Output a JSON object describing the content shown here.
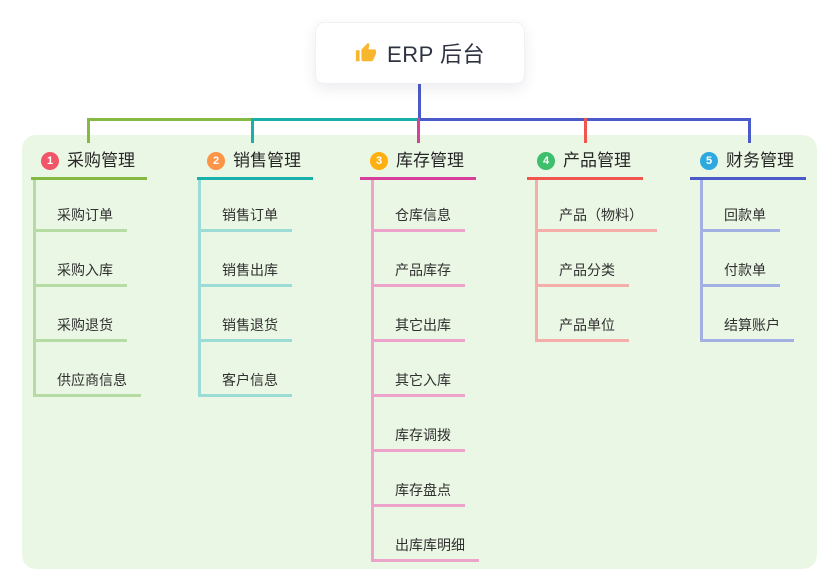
{
  "root": {
    "label": "ERP 后台",
    "icon": "thumbs-up"
  },
  "colors": {
    "canvas_bg": "#ffffff",
    "panel_bg": "#ebf7e5",
    "root_line": "#4a5ac8",
    "text": "#303030",
    "root_text": "#2e3340",
    "thumb_gold": "#f8b62c"
  },
  "branches": [
    {
      "label": "采购管理",
      "badge": "1",
      "badge_color": "#f15668",
      "line_color": "#84ba41",
      "child_line_color": "#b7dca3",
      "children": [
        "采购订单",
        "采购入库",
        "采购退货",
        "供应商信息"
      ]
    },
    {
      "label": "销售管理",
      "badge": "2",
      "badge_color": "#fc9546",
      "line_color": "#17b0aa",
      "child_line_color": "#9cdcd6",
      "children": [
        "销售订单",
        "销售出库",
        "销售退货",
        "客户信息"
      ]
    },
    {
      "label": "库存管理",
      "badge": "3",
      "badge_color": "#ffaf0f",
      "line_color": "#d63f9a",
      "child_line_color": "#eda4cb",
      "children": [
        "仓库信息",
        "产品库存",
        "其它出库",
        "其它入库",
        "库存调拨",
        "库存盘点",
        "出库库明细"
      ]
    },
    {
      "label": "产品管理",
      "badge": "4",
      "badge_color": "#3dbf6b",
      "line_color": "#f0564f",
      "child_line_color": "#f6aeaa",
      "children": [
        "产品（物料）",
        "产品分类",
        "产品单位"
      ]
    },
    {
      "label": "财务管理",
      "badge": "5",
      "badge_color": "#2ea9e0",
      "line_color": "#4a5ac8",
      "child_line_color": "#a2b0e2",
      "children": [
        "回款单",
        "付款单",
        "结算账户"
      ]
    }
  ]
}
